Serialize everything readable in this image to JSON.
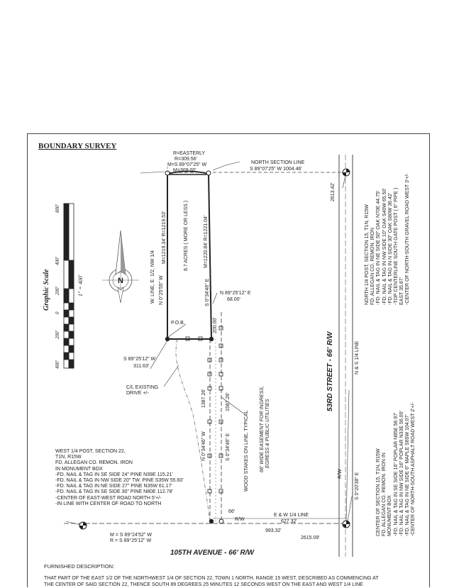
{
  "title": "BOUNDARY SURVEY",
  "top_curve": {
    "r_label": "R=EASTERLY",
    "r_value": "R=309.56'",
    "m_bearing": "M=S 89°07'25\" W",
    "m_length": "M=309.00'"
  },
  "north_section": {
    "label": "NORTH SECTION LINE",
    "bearing": "S 89°07'25\" W    1004.46'"
  },
  "dims": {
    "east_total": "2613.42'",
    "west_line": "W. LINE, E. 1/2, NW 1/4",
    "west_bearing": "N 0°25'55\" W",
    "west_dist": "M=1219.34'  R=1219.53'",
    "acreage": "8.7 ACRES ( MORE OR LESS )",
    "east_dist": "M=1220.84'  R=1221.04'",
    "east_bearing": "S 0°34'46\" E",
    "pob": "P.O.B.",
    "pob_bearing": "N 89°25'12\" E",
    "pob_dist": "68.00'",
    "short_east": "200.00'",
    "south_bearing": "S 89°25'12\" W",
    "south_dist": "311.63'",
    "drive": "C/L EXISTING",
    "drive2": "DRIVE +/-",
    "drive_len_w": "1387.26'",
    "drive_len_e": "1587.26'",
    "drive_w_bearing": "N 0°34'46\" W",
    "drive_e_bearing": "S 0°34'46\" E",
    "wood_stakes": "WOOD STAKES ON LINE, TYPICAL",
    "easement1": "66' WIDE EASEMENT FOR INGRESS,",
    "easement2": "EGRESS & PUBLIC UTILITIES",
    "rw_width": "66'",
    "rw_label": "R/W",
    "ew_label": "E & W 1/4 LINE",
    "ew_dist1": "627.32'",
    "ew_dist2": "993.32'",
    "ew_dist3": "2615.09'",
    "bottom_m": "M = S 89°24'52\" W",
    "bottom_r": "R = S 89°25'12\" W",
    "east_rw": "R/W",
    "ns_label": "N & S 1/4 LINE",
    "south_bearing_e": "S 0°20'38\" E"
  },
  "scale": {
    "title": "Graphic Scale",
    "ratio": "1\" = 400'",
    "ticks": [
      "800'",
      "400'",
      "200'",
      "0",
      "200'",
      "400'"
    ]
  },
  "roads": {
    "south": "105TH AVENUE   -   66'   R/W",
    "east": "53RD   STREET   -   66'   R/W"
  },
  "west_corner_note": [
    "WEST 1/4 POST, SECTION 22,",
    "T1N, R15W",
    "FD. ALLEGAN CO. REMON. IRON",
    "IN MONUMENT BOX",
    "-FD. NAIL & TAG IN SE SIDE 24\" PINE N39E 115.21'",
    "-FD. NAIL & TAG IN NW SIDE 20\" TW. PINE S35W 55.60'",
    "-FD. NAIL & TAG IN NE SIDE 27\" PINE N35W 61.17'",
    "-FD. NAIL & TAG IN SE SIDE 30\" PINE N80E 112.78'",
    "-CENTER OF EAST-WEST ROAD NORTH 5'+/-",
    "-IN LINE WITH CENTER OF ROAD TO NORTH"
  ],
  "north_corner_note": [
    "NORTH 1/4 POST, SECTION 15, T1N, R15W",
    "FD. ALLEGAN CO. REMON. IRON",
    "-FD. NAIL & TAG IN NE SIDE 50\" OAK N70E 44.75'",
    "-FD. NAIL & TAG IN NW SIDE 10\" OAK S40W 65.50'",
    "-FD. NAIL & TAG IN N SIDE 30\" OAK S80W 36.42'",
    "-TOP CENTERLINE SOUTH GATE POST ( 6\" PIPE )",
    "  EAST 35.87'",
    "-CENTER OF NORTH-SOUTH GRAVEL ROAD WEST 3'+/-"
  ],
  "center_corner_note": [
    "CENTER OF SECTION 15, T1N, R15W",
    "FD. ALLEGAN CO. REMON. IRON IN",
    "MONUMENT BOX",
    "-FD. NAIL & TAG IN SE SIDE 16\" POPLAR N85E 56.97'",
    "-FD. NAIL & TAG IN NW SIDE 16\" POPLAR N33E 56.00'",
    "-FD. NAIL & TAG IN NE SIDE 6\" MAPLE S65W 104.07'",
    "-CENTER OF NORTH-SOUTH ASPHALT ROAD WEST 2'+/-"
  ],
  "description": {
    "heading": "FURNISHED DESCRIPTION:",
    "line1": "THAT PART OF THE EAST 1/2 OF THE NORTHWEST 1/4 OF SECTION 22, TOWN 1 NORTH, RANGE 15 WEST, DESCRIBED AS COMMENCING AT",
    "line2": "THE CENTER OF SAID SECTION 22, THENCE SOUTH 89 DEGREES 25 MINUTES 12 SECONDS WEST ON THE EAST AND WEST 1/4 LINE"
  }
}
